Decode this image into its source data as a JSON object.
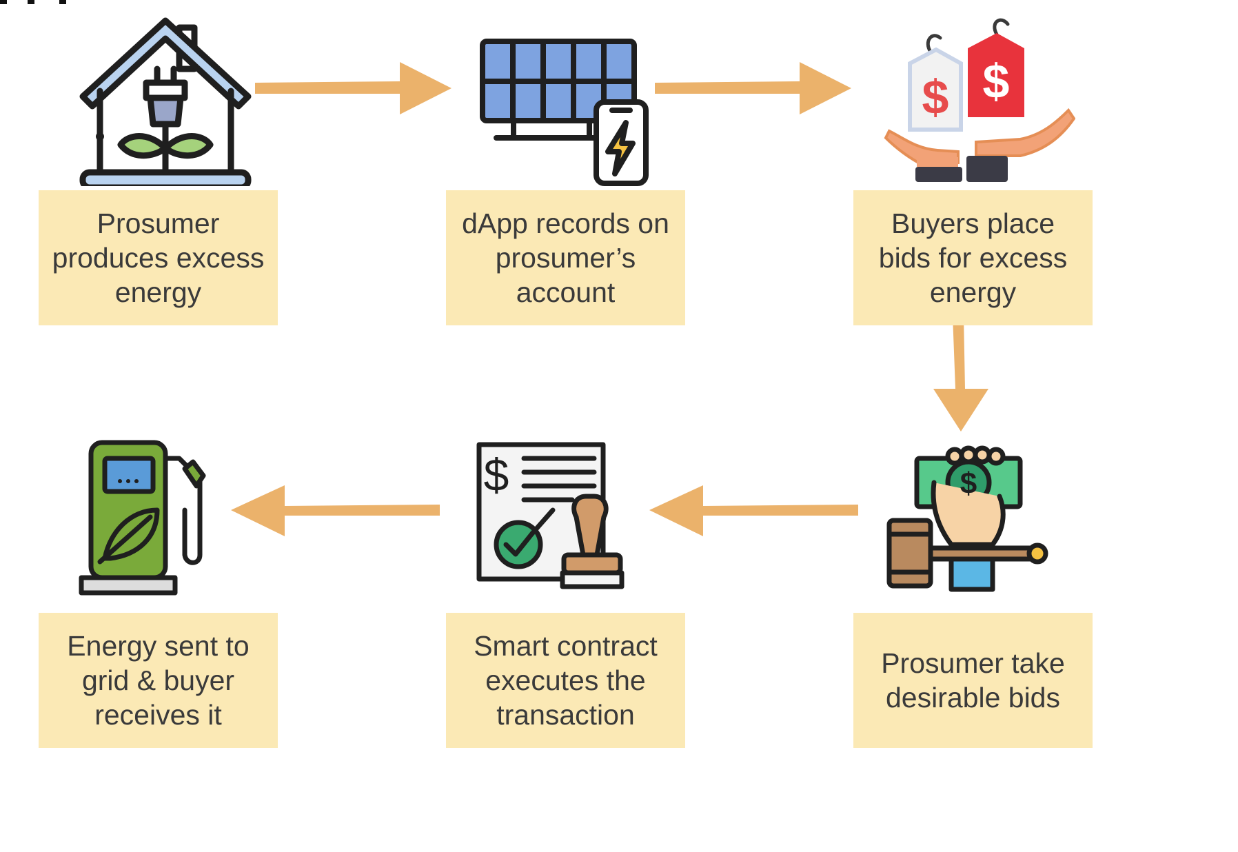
{
  "steps": [
    {
      "text": "Prosumer produces excess energy",
      "icon": "house-plug-plant-icon"
    },
    {
      "text": "dApp records on prosumer’s account",
      "icon": "solar-panel-phone-icon"
    },
    {
      "text": "Buyers place bids for excess energy",
      "icon": "price-tags-hands-icon"
    },
    {
      "text": "Prosumer take desirable bids",
      "icon": "gavel-money-hand-icon"
    },
    {
      "text": "Smart contract executes the transaction",
      "icon": "contract-stamp-icon"
    },
    {
      "text": "Energy sent to grid & buyer receives it",
      "icon": "green-energy-pump-icon"
    }
  ],
  "colors": {
    "box": "#fbe9b5",
    "arrow": "#ebb26b",
    "text": "#3a3a3a",
    "outline": "#1f1f1f"
  }
}
